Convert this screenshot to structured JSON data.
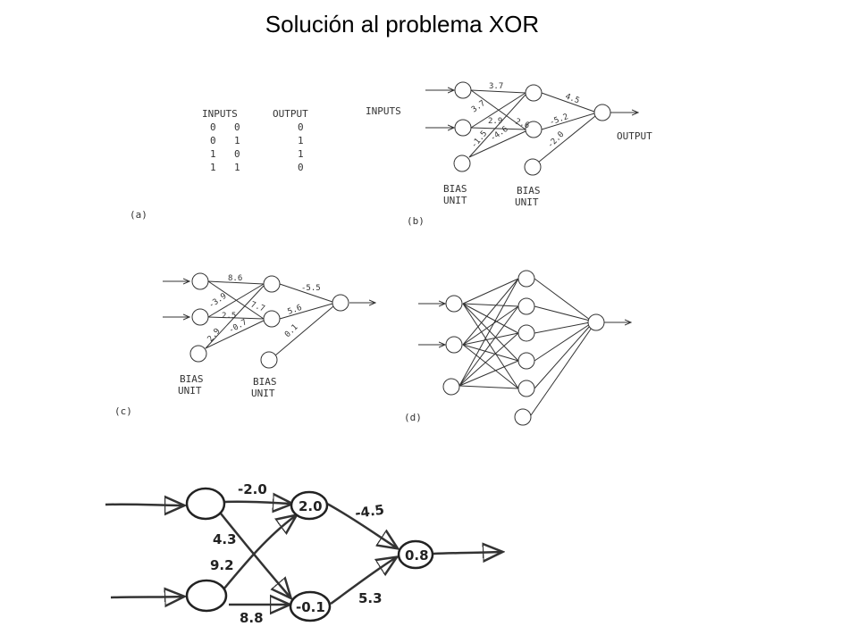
{
  "title": "Solución al problema XOR",
  "panel_a": {
    "label": "(a)",
    "inputs_header": "INPUTS",
    "output_header": "OUTPUT",
    "rows": [
      {
        "in1": "0",
        "in2": "0",
        "out": "0"
      },
      {
        "in1": "0",
        "in2": "1",
        "out": "1"
      },
      {
        "in1": "1",
        "in2": "0",
        "out": "1"
      },
      {
        "in1": "1",
        "in2": "1",
        "out": "0"
      }
    ]
  },
  "panel_b": {
    "label": "(b)",
    "inputs_label": "INPUTS",
    "output_label": "OUTPUT",
    "bias_unit_1": [
      "BIAS",
      "UNIT"
    ],
    "bias_unit_2": [
      "BIAS",
      "UNIT"
    ],
    "weights": {
      "w_top": "3.7",
      "w_37": "3.7",
      "w_29": "2.9",
      "w_15": "-1.5",
      "w_46": "-4.6",
      "w_26": "2.6",
      "w_45": "4.5",
      "w_53": "-5.2",
      "w_20": "-2.0"
    }
  },
  "panel_c": {
    "label": "(c)",
    "bias_unit_1": [
      "BIAS",
      "UNIT"
    ],
    "bias_unit_2": [
      "BIAS",
      "UNIT"
    ],
    "weights": {
      "w_86": "8.6",
      "w_39": "-3.9",
      "w_25": "2.5",
      "w_77": "7.7",
      "w_29": "2.9",
      "w_07": "-0.7",
      "w_55": "-5.5",
      "w_56": "5.6",
      "w_01": "0.1"
    }
  },
  "panel_d": {
    "label": "(d)"
  },
  "hand": {
    "node_h1": "2.0",
    "node_h2": "-0.1",
    "node_out": "0.8",
    "w_top": "-2.0",
    "w_43": "4.3",
    "w_92": "9.2",
    "w_88": "8.8",
    "w_45": "-4.5",
    "w_53": "5.3"
  }
}
